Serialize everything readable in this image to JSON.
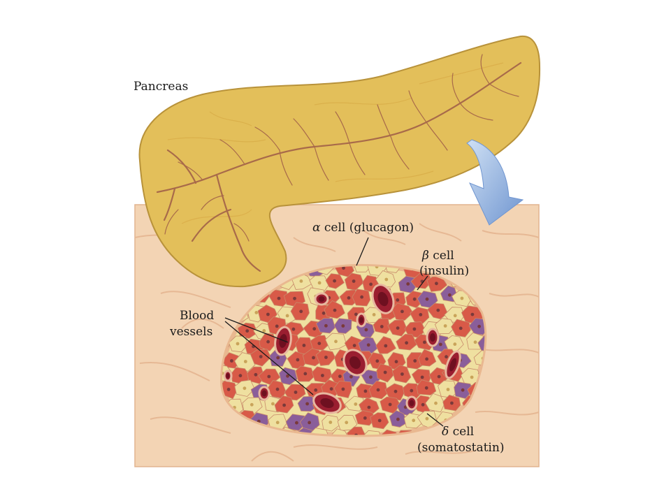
{
  "labels": {
    "pancreas": "Pancreas",
    "alpha_symbol": "α",
    "alpha_text": "cell (glucagon)",
    "beta_symbol": "β",
    "beta_text": "cell",
    "beta_hormone": "(insulin)",
    "blood_line1": "Blood",
    "blood_line2": "vessels",
    "delta_symbol": "δ",
    "delta_text": "cell",
    "delta_hormone": "(somatostatin)"
  },
  "colors": {
    "pancreas_fill": "#e3bf5a",
    "pancreas_edge": "#b8923a",
    "duct": "#a86a4a",
    "tissue": "#f3d4b4",
    "tissue_line": "#e6b894",
    "alpha_cell": "#efe0a0",
    "beta_cell": "#d85a48",
    "delta_cell": "#8a5e9a",
    "blood_vessel": "#9a1e30",
    "arrow": "#8fb0dc"
  }
}
